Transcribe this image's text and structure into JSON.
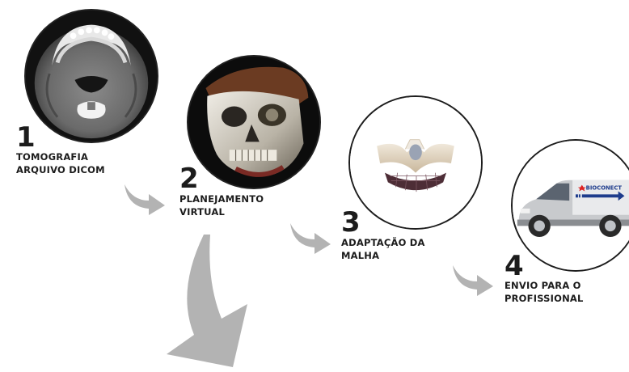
{
  "steps": [
    {
      "number": "1",
      "line1": "TOMOGRAFIA",
      "line2": "ARQUIVO DICOM",
      "image": "ct-scan-slice"
    },
    {
      "number": "2",
      "line1": "PLANEJAMENTO",
      "line2": "VIRTUAL",
      "image": "3d-skull-render"
    },
    {
      "number": "3",
      "line1": "ADAPTAÇÃO DA",
      "line2": "MALHA",
      "image": "mesh-implant-model"
    },
    {
      "number": "4",
      "line1": "ENVIO PARA O",
      "line2": "PROFISSIONAL",
      "image": "delivery-van"
    }
  ],
  "van_logo": "BIOCONECT",
  "colors": {
    "arrow": "#b3b3b3",
    "text": "#1c1c1c",
    "circle_border": "#1d1d1d"
  }
}
